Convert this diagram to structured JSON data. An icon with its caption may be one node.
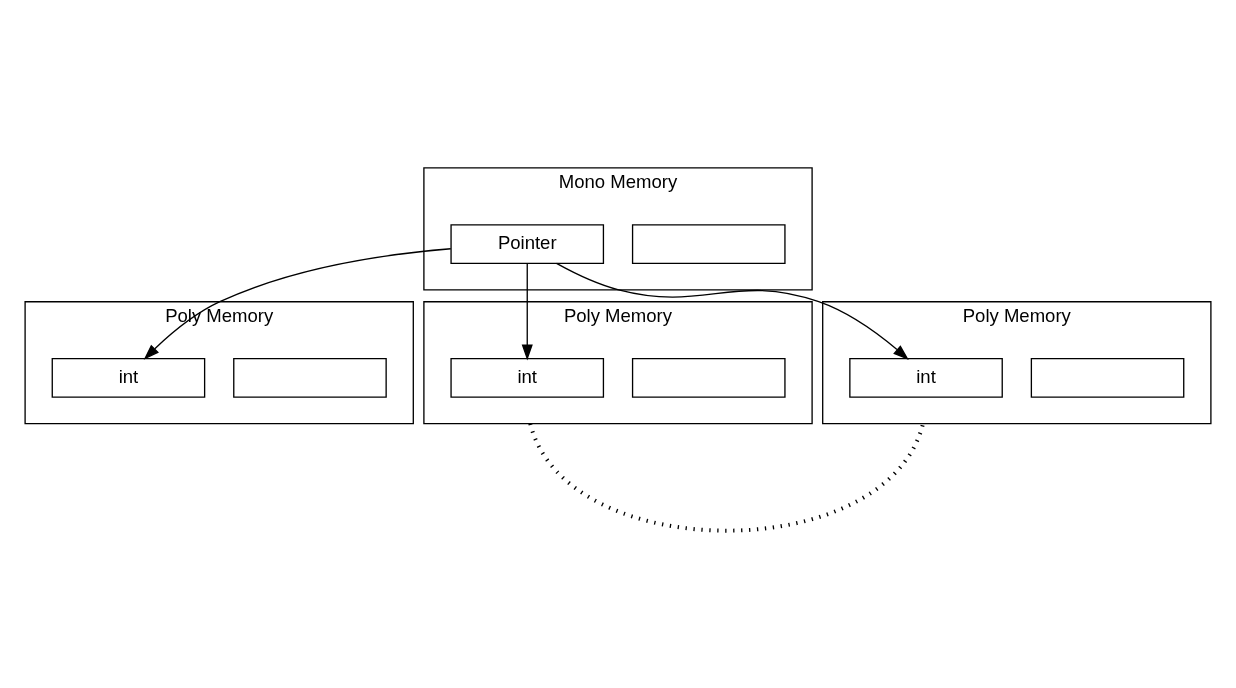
{
  "diagram": {
    "nodes": [
      {
        "text": [
          "Mono Memory"
        ]
      },
      {
        "text": [],
        "shape": "box",
        "in": 0
      },
      {
        "text": [
          "Pointer"
        ],
        "in": 0
      },
      {
        "text": [
          "Poly Memory"
        ]
      },
      {
        "text": [],
        "shape": "box",
        "in": 3
      },
      {
        "text": [
          "int"
        ],
        "in": 3
      },
      {
        "text": [
          "Poly Memory"
        ]
      },
      {
        "text": [],
        "shape": "box",
        "in": 6
      },
      {
        "text": [
          "int"
        ],
        "in": 6
      },
      {
        "text": [
          "Poly Memory"
        ]
      },
      {
        "text": [],
        "shape": "box",
        "in": 9
      },
      {
        "text": [
          "int"
        ],
        "in": 9
      }
    ],
    "edges": [
      {
        "from": 2,
        "to": 5,
        "arrow": "to"
      },
      {
        "from": 2,
        "to": 8,
        "arrow": "to"
      },
      {
        "from": 2,
        "to": 11,
        "arrow": "to"
      },
      {
        "from": 6,
        "to": 9,
        "arrow": "none",
        "style": "dashed"
      }
    ]
  }
}
